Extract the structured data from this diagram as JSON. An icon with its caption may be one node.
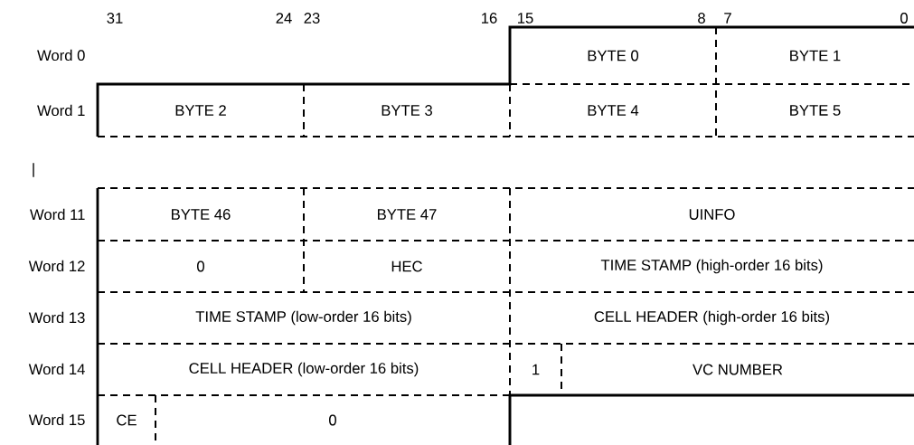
{
  "diagram": {
    "nodes": [
      {
        "text": [
          "BYTE 0"
        ]
      },
      {
        "text": [
          "BYTE 1"
        ]
      },
      {
        "text": [
          "BYTE 2"
        ]
      },
      {
        "text": [
          "BYTE 3"
        ]
      },
      {
        "text": [
          "BYTE 4"
        ]
      },
      {
        "text": [
          "BYTE 5"
        ]
      },
      {
        "text": [
          "BYTE 46"
        ]
      },
      {
        "text": [
          "BYTE 47"
        ]
      },
      {
        "text": [
          "UINFO"
        ]
      },
      {
        "text": [
          "0"
        ]
      },
      {
        "text": [
          "HEC"
        ]
      },
      {
        "text": [
          "TIME STAMP (high-order 16 bits)"
        ]
      },
      {
        "text": [
          "TIME STAMP (low-order 16 bits)"
        ]
      },
      {
        "text": [
          "CELL HEADER (high-order 16 bits)"
        ]
      },
      {
        "text": [
          "CELL HEADER (low-order 16 bits)"
        ]
      },
      {
        "text": [
          "1"
        ]
      },
      {
        "text": [
          "VC NUMBER"
        ]
      },
      {
        "text": [
          "CE"
        ]
      },
      {
        "text": [
          "0"
        ]
      }
    ],
    "labels": [
      "31",
      "24",
      "23",
      "16",
      "15",
      "8",
      "7",
      "0",
      "Word 0",
      "Word 1",
      "|",
      "Word 11",
      "Word 12",
      "Word 13",
      "Word 14",
      "Word 15"
    ]
  }
}
